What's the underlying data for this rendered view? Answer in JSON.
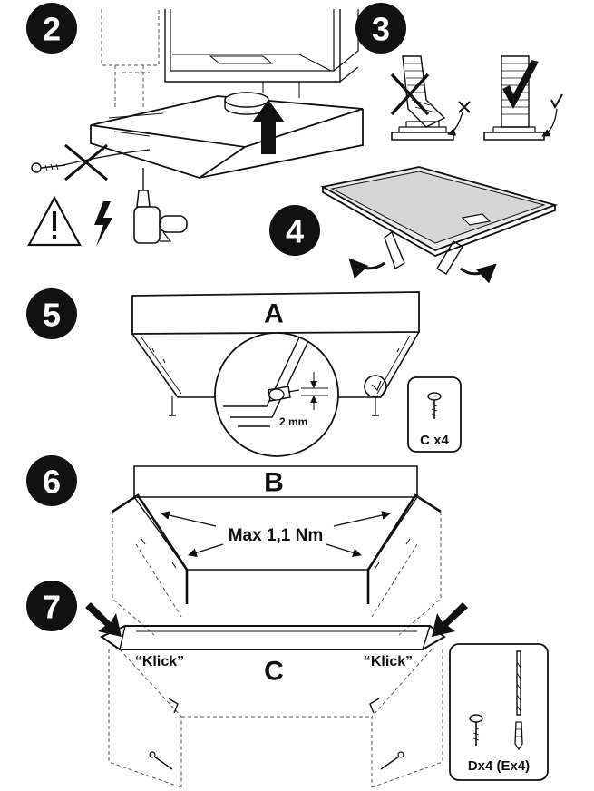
{
  "steps": [
    {
      "number": "2"
    },
    {
      "number": "3"
    },
    {
      "number": "4"
    },
    {
      "number": "5"
    },
    {
      "number": "6"
    },
    {
      "number": "7"
    }
  ],
  "step5": {
    "part_letter": "A",
    "gap_label": "2 mm",
    "screw_box_label": "C x4"
  },
  "step6": {
    "part_letter": "B",
    "torque_label": "Max 1,1 Nm"
  },
  "step7": {
    "part_letter": "C",
    "klick_left": "“Klick”",
    "klick_right": "“Klick”",
    "parts_box_label": "Dx4 (Ex4)"
  },
  "icons": [
    "warning-icon",
    "electric-hazard-icon",
    "drill-icon",
    "screw-icon",
    "cross-icon",
    "check-icon",
    "arrow-up-icon",
    "curved-arrow-icon",
    "wall-plug-icon",
    "drill-bit-icon"
  ],
  "colors": {
    "ink": "#111111",
    "filter_fill": "#e8e8e8",
    "background": "#ffffff"
  }
}
